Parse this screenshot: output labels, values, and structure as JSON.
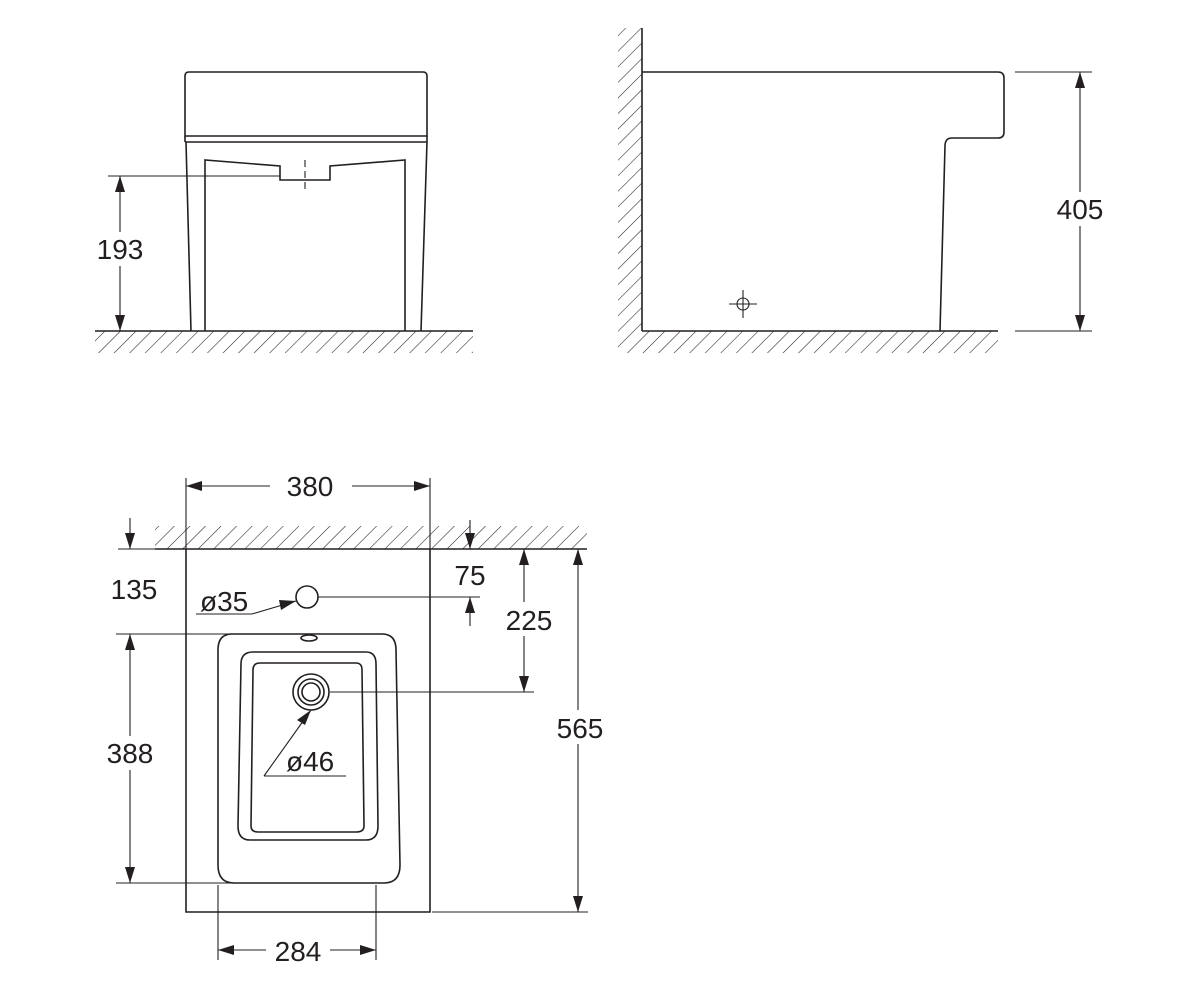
{
  "dimensions": {
    "front_outlet_height": "193",
    "side_total_height": "405",
    "plan_width": "380",
    "plan_wall_to_hole": "135",
    "plan_hole_diameter": "ø35",
    "plan_wall_to_hole_right": "75",
    "plan_wall_to_drain": "225",
    "plan_bowl_length": "388",
    "plan_drain_diameter": "ø46",
    "plan_total_depth": "565",
    "plan_bowl_width": "284"
  }
}
